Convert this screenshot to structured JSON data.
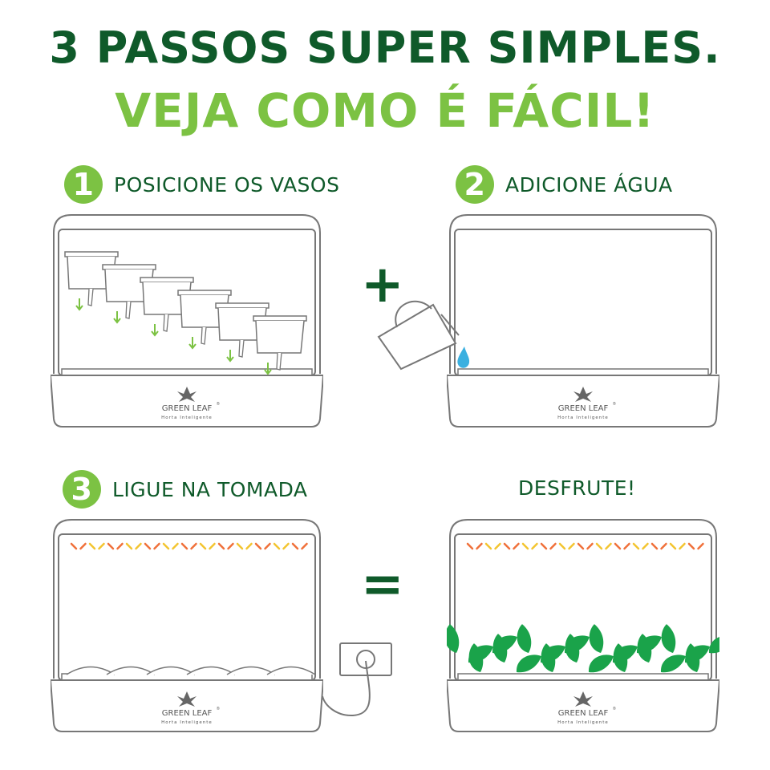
{
  "header": {
    "line1": "3 PASSOS SUPER SIMPLES.",
    "line2": "VEJA COMO É FÁCIL!"
  },
  "steps": [
    {
      "number": "1",
      "label": "POSICIONE OS VASOS"
    },
    {
      "number": "2",
      "label": "ADICIONE ÁGUA"
    },
    {
      "number": "3",
      "label": "LIGUE NA TOMADA"
    },
    {
      "number": "",
      "label": "DESFRUTE!"
    }
  ],
  "symbols": {
    "plus": "+",
    "equals": "="
  },
  "brand": {
    "name": "GREEN LEAF",
    "tagline": "Horta Inteligente",
    "registered": "®"
  },
  "colors": {
    "dark_green": "#0f5a2a",
    "light_green": "#7cc243",
    "leaf": "#1aa34a",
    "water": "#3bb0e0",
    "light_orange": "#f0703a",
    "light_yellow": "#f3c530"
  }
}
